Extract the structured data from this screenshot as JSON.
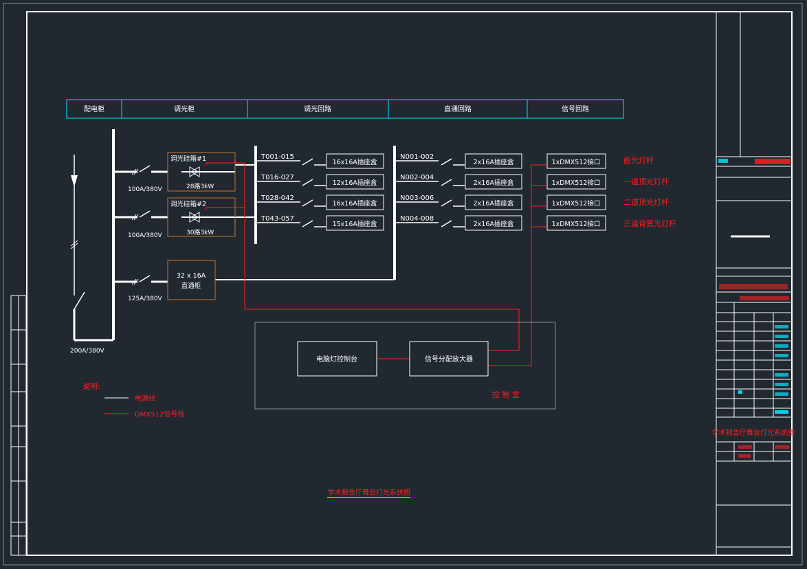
{
  "colors": {
    "background": "#212830",
    "power_line": "#ffffff",
    "signal_line": "#ff2020",
    "header_border": "#00e5ff",
    "equipment_border": "#c8732a",
    "title_underline": "#00ff00"
  },
  "header": {
    "columns": [
      "配电柜",
      "调光柜",
      "调光回路",
      "直通回路",
      "信号回路"
    ]
  },
  "main_feed": {
    "rating": "200A/380V"
  },
  "feeders": [
    {
      "rating": "100A/380V",
      "cabinet_name": "调光硅箱#1",
      "cabinet_sub": "28路3kW"
    },
    {
      "rating": "100A/380V",
      "cabinet_name": "调光硅箱#2",
      "cabinet_sub": "30路3kW"
    },
    {
      "rating": "125A/380V",
      "cabinet_name": "32 x 16A",
      "cabinet_sub": "直通柜"
    }
  ],
  "dimmer_circuits": [
    {
      "code": "T001-015",
      "box": "16x16A插座盒"
    },
    {
      "code": "T016-027",
      "box": "12x16A插座盒"
    },
    {
      "code": "T028-042",
      "box": "16x16A插座盒"
    },
    {
      "code": "T043-057",
      "box": "15x16A插座盒"
    }
  ],
  "direct_circuits": [
    {
      "code": "N001-002",
      "box": "2x16A插座盒"
    },
    {
      "code": "N002-004",
      "box": "2x16A插座盒"
    },
    {
      "code": "N003-006",
      "box": "2x16A插座盒"
    },
    {
      "code": "N004-008",
      "box": "2x16A插座盒"
    }
  ],
  "signal_circuits": [
    {
      "port": "1xDMX512接口",
      "target": "面光灯杆"
    },
    {
      "port": "1xDMX512接口",
      "target": "一道顶光灯杆"
    },
    {
      "port": "1xDMX512接口",
      "target": "二道顶光灯杆"
    },
    {
      "port": "1xDMX512接口",
      "target": "三道背景光灯杆"
    }
  ],
  "control_room": {
    "console": "电脑灯控制台",
    "splitter": "信号分配放大器",
    "label": "控 制 室"
  },
  "legend": {
    "title": "说明:",
    "power": "电源线",
    "signal": "DMX512信号线"
  },
  "drawing_title": "学术报告厅舞台灯光系统图",
  "title_block": {
    "drawing_name": "学术报告厅舞台灯光系统图"
  }
}
